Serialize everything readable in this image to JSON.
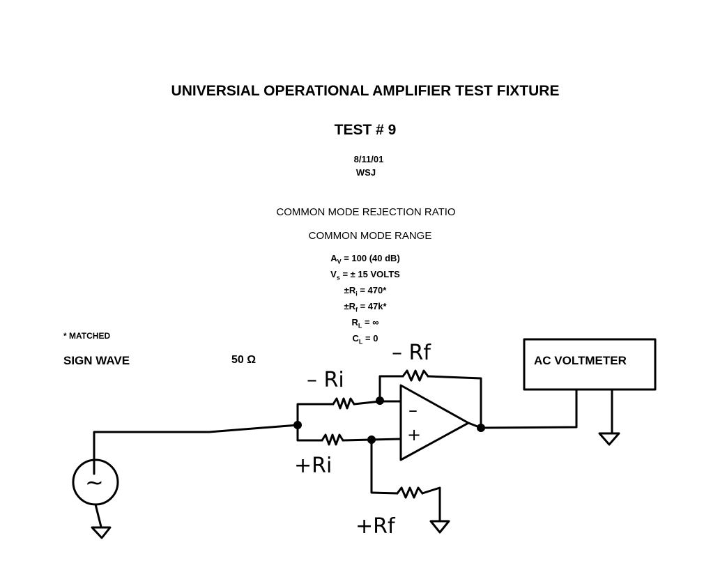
{
  "header": {
    "title": "UNIVERSIAL OPERATIONAL AMPLIFIER TEST FIXTURE",
    "test_number": "TEST # 9",
    "date": "8/11/01",
    "initials": "WSJ"
  },
  "tests": {
    "line1": "COMMON MODE REJECTION RATIO",
    "line2": "COMMON MODE RANGE"
  },
  "specs": {
    "av": {
      "symbol": "A",
      "sub": "V",
      "value": " = 100 (40 dB)"
    },
    "vs": {
      "symbol": "V",
      "sub": "s",
      "value": " = ± 15 VOLTS"
    },
    "ri": {
      "symbol": "±R",
      "sub": "i",
      "value": " = 470*"
    },
    "rf": {
      "symbol": "±R",
      "sub": "f",
      "value": " = 47k*"
    },
    "rl": {
      "symbol": "R",
      "sub": "L",
      "value": " = ∞"
    },
    "cl": {
      "symbol": "C",
      "sub": "L",
      "value": " = 0"
    }
  },
  "notes": {
    "matched": "* MATCHED",
    "source_label": "SIGN WAVE",
    "source_impedance": "50 Ω"
  },
  "schematic": {
    "meter_label": "AC VOLTMETER",
    "minus_rf": "– Rf",
    "minus_ri": "– Ri",
    "plus_ri": "+Ri",
    "plus_rf": "+Rf",
    "inv_input": "–",
    "noninv_input": "+",
    "source_symbol": "~"
  }
}
